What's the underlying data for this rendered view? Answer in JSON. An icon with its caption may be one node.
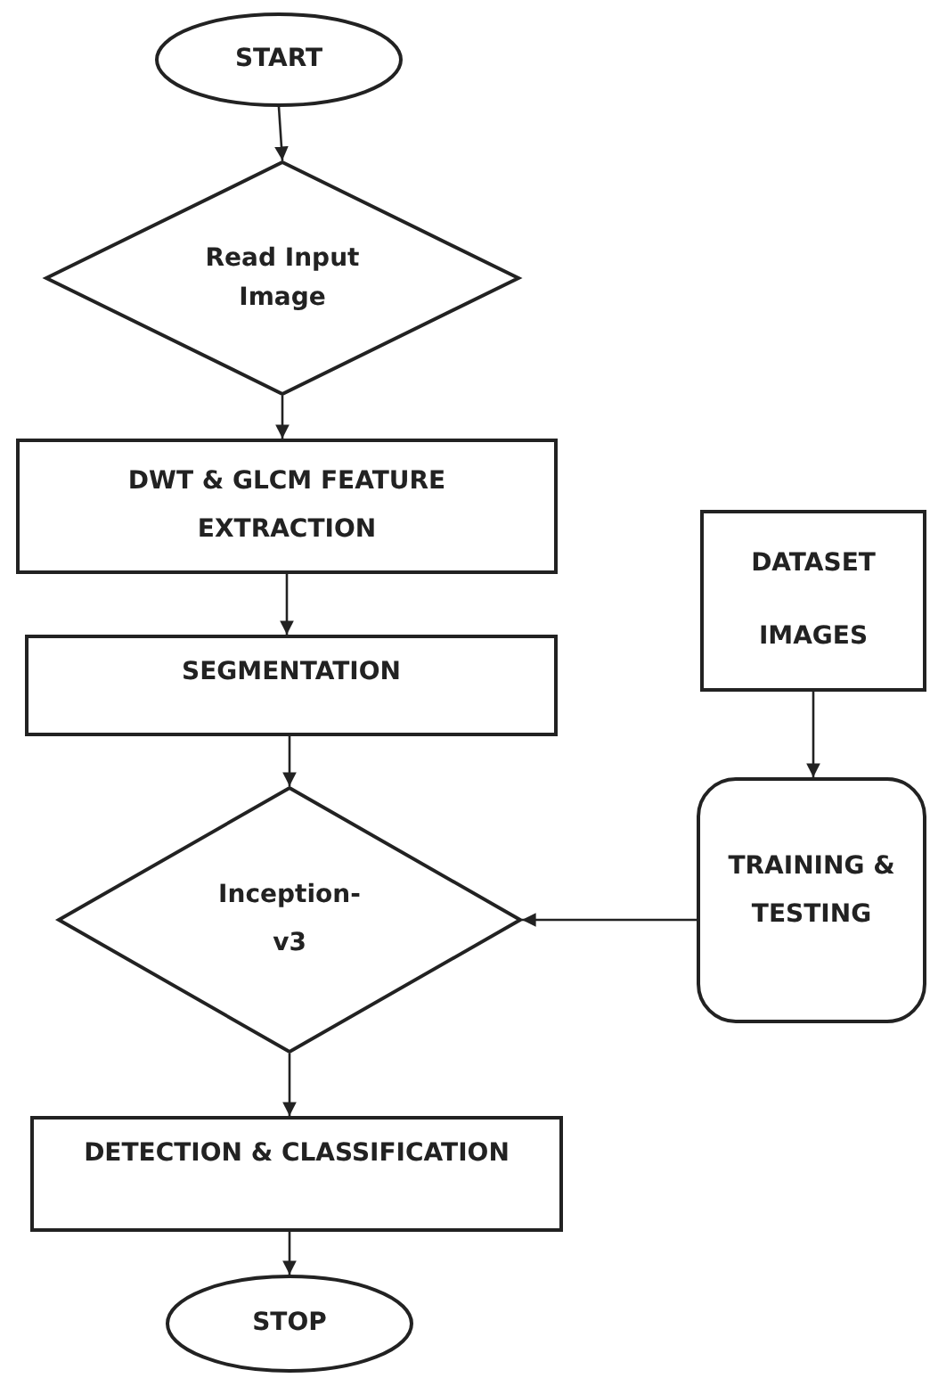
{
  "diagram": {
    "nodes": [
      {
        "text": [
          "START"
        ]
      },
      {
        "text": [
          "Read Input Image"
        ]
      },
      {
        "text": [
          "DWT & GLCM FEATURE EXTRACTION"
        ]
      },
      {
        "text": [
          "SEGMENTATION"
        ]
      },
      {
        "text": [
          "DATASET IMAGES"
        ]
      },
      {
        "text": [
          "Inception- v3"
        ]
      },
      {
        "text": [
          "TRAINING & TESTING"
        ]
      },
      {
        "text": [
          "DETECTION & CLASSIFICATION"
        ]
      },
      {
        "text": [
          "STOP"
        ]
      }
    ],
    "edges": [
      {
        "from": 0,
        "to": 1,
        "arrow": "to"
      },
      {
        "from": 1,
        "to": 2,
        "arrow": "to"
      },
      {
        "from": 2,
        "to": 3,
        "arrow": "to"
      },
      {
        "from": 3,
        "to": 5,
        "arrow": "to"
      },
      {
        "from": 4,
        "to": 6,
        "arrow": "to"
      },
      {
        "from": 6,
        "to": 5,
        "arrow": "to"
      },
      {
        "from": 5,
        "to": 7,
        "arrow": "to"
      },
      {
        "from": 7,
        "to": 8,
        "arrow": "to"
      }
    ]
  }
}
